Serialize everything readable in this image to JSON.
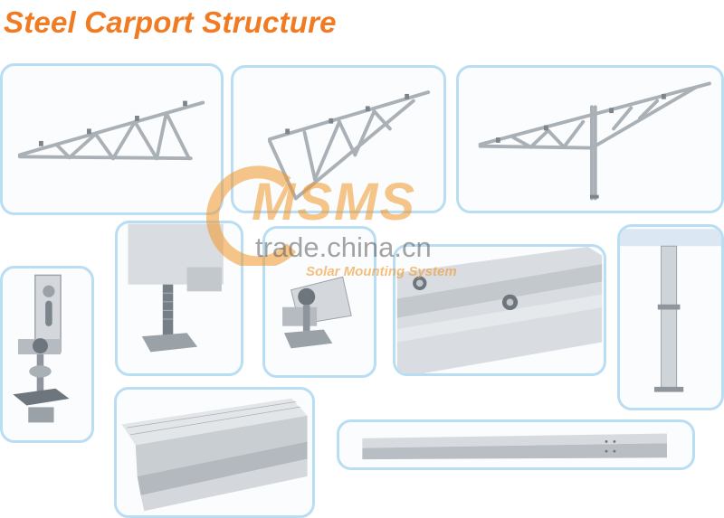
{
  "header": {
    "title": "Steel Carport Structure"
  },
  "watermark": {
    "brand": "MSMS",
    "site": "trade.china.cn",
    "subtitle": "Solar Mounting System"
  },
  "colors": {
    "title": "#f07b22",
    "panel_border": "#b9ddf3",
    "metal": "#c9ced3",
    "metal_dark": "#8e959c"
  }
}
